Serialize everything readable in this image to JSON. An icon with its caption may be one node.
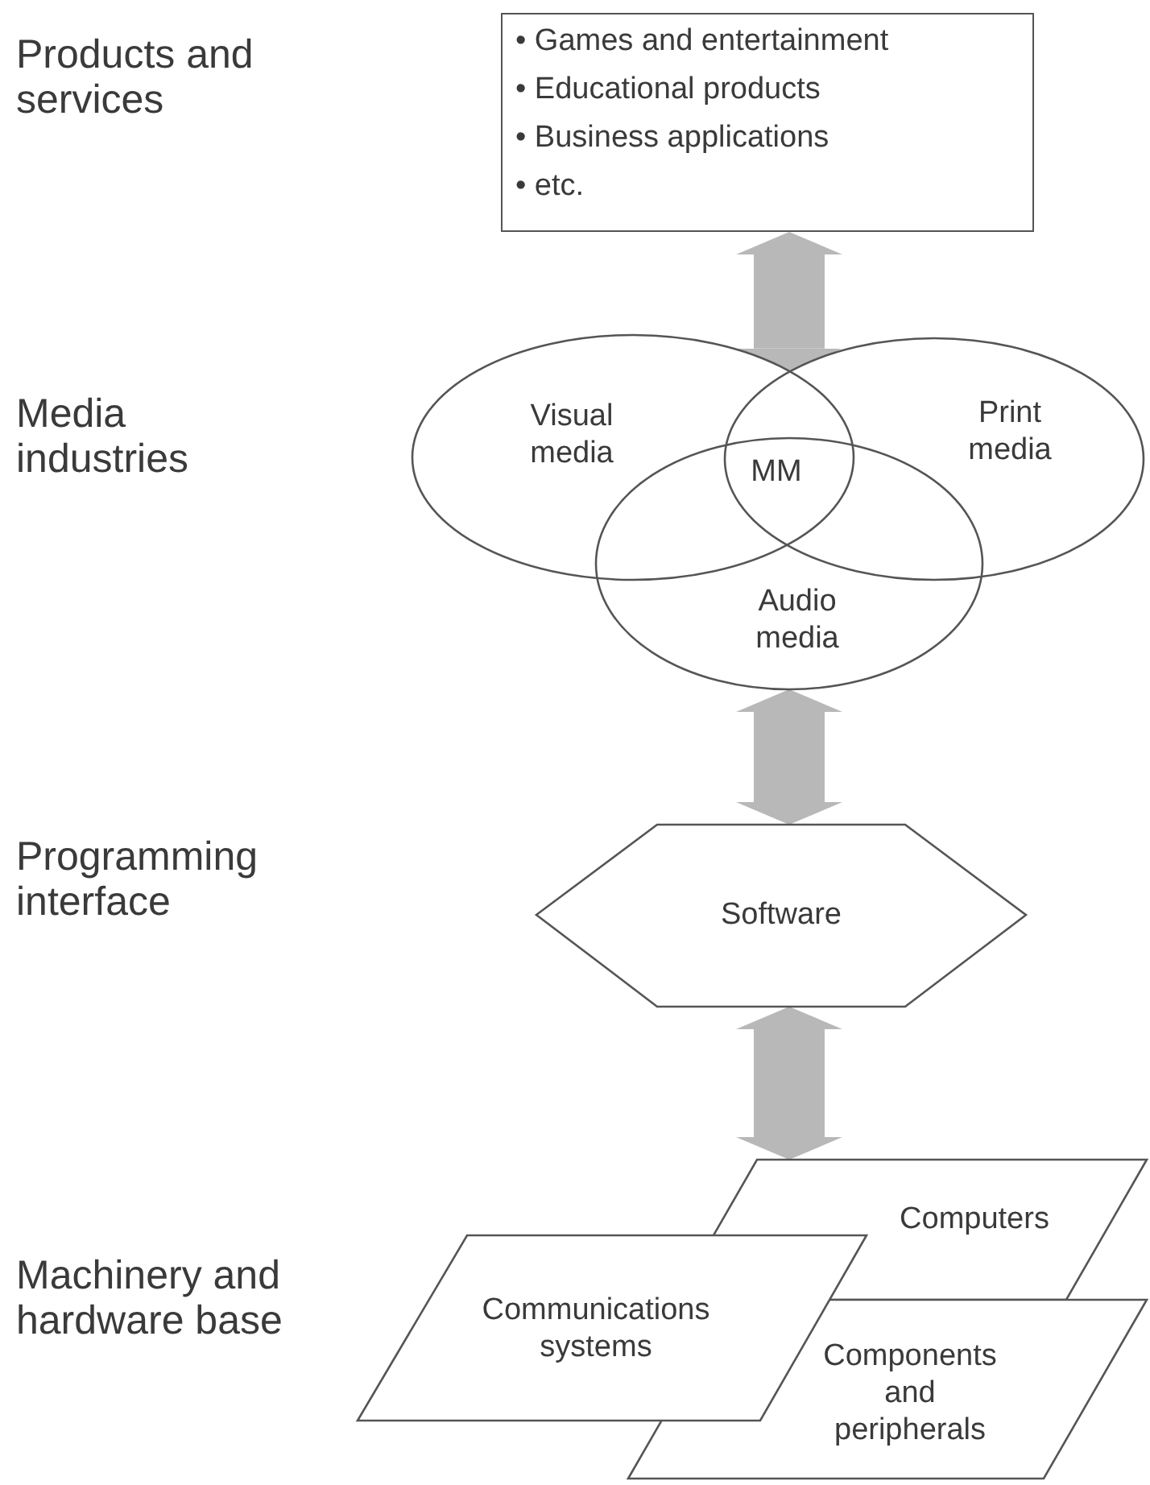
{
  "diagram": {
    "nodes": [
      {
        "text": [
          "• Games and entertainment",
          "• Educational products",
          "• Business applications",
          "• etc."
        ]
      },
      {
        "text": [
          "Visual media"
        ]
      },
      {
        "text": [
          "Print media"
        ]
      },
      {
        "text": [
          "Audio media"
        ]
      },
      {
        "text": [
          "Software"
        ]
      },
      {
        "text": [
          "Computers"
        ]
      },
      {
        "text": [
          "Communications systems"
        ]
      },
      {
        "text": [
          "Components and peripherals"
        ]
      }
    ],
    "edges": [
      {
        "from": 0,
        "to": 1,
        "arrow": "both"
      },
      {
        "from": 3,
        "to": 4,
        "arrow": "both"
      },
      {
        "from": 4,
        "to": 5,
        "arrow": "both"
      }
    ],
    "labels": [
      "Products and services",
      "Media industries",
      "MM",
      "Programming interface",
      "Machinery and hardware base"
    ]
  }
}
